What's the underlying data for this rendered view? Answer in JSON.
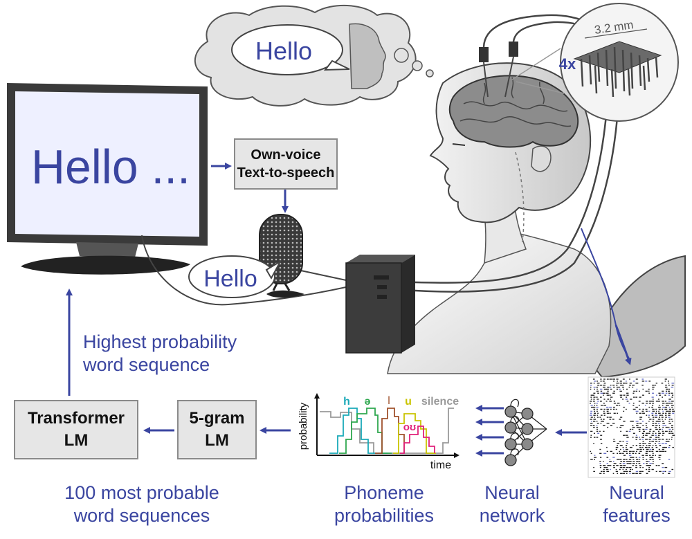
{
  "thought": {
    "bubble_text": "Hello"
  },
  "monitor": {
    "screen_text": "Hello ..."
  },
  "electrode": {
    "size_label": "3.2 mm",
    "count_label": "4x"
  },
  "tts_box": {
    "line1": "Own-voice",
    "line2": "Text-to-speech"
  },
  "speaker": {
    "bubble_text": "Hello"
  },
  "labels": {
    "highest_line1": "Highest probability",
    "highest_line2": "word sequence",
    "most_probable_line1": "100 most probable",
    "most_probable_line2": "word sequences",
    "phoneme_line1": "Phoneme",
    "phoneme_line2": "probabilities",
    "network_line1": "Neural",
    "network_line2": "network",
    "features_line1": "Neural",
    "features_line2": "features"
  },
  "boxes": {
    "transformer_line1": "Transformer",
    "transformer_line2": "LM",
    "ngram_line1": "5-gram",
    "ngram_line2": "LM"
  },
  "phoneme_plot": {
    "y_axis": "probability",
    "x_axis": "time",
    "phonemes": [
      {
        "label": "h",
        "color": "#1aa9b8"
      },
      {
        "label": "ə",
        "color": "#2fa84f"
      },
      {
        "label": "l",
        "color": "#a0522d"
      },
      {
        "label": "u",
        "color": "#c9c400"
      },
      {
        "label": "oʊ",
        "color": "#e0207a"
      },
      {
        "label": "silence",
        "color": "#9a9a9a"
      }
    ]
  },
  "colors": {
    "accent_blue": "#3a45a0",
    "box_gray": "#e6e6e6"
  }
}
